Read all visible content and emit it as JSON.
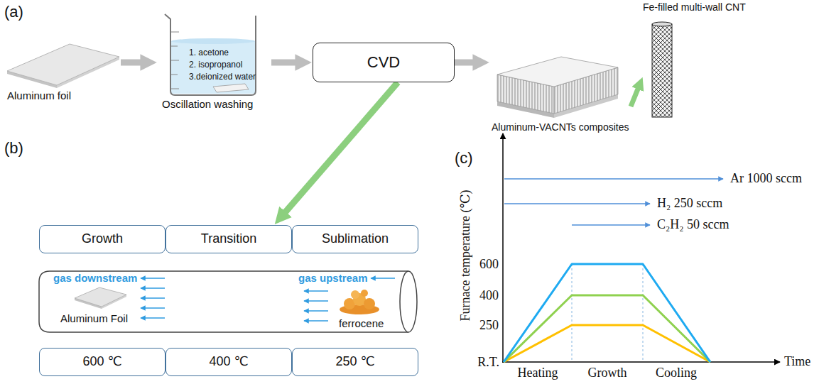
{
  "diagram": {
    "nodes": [
      {
        "text": [
          "Aluminum foil"
        ]
      },
      {
        "text": [
          "1. acetone",
          "2. isopropanol",
          "3.deionized water",
          "Oscillation washing"
        ]
      },
      {
        "text": [
          "CVD"
        ]
      },
      {
        "text": [
          "Aluminum-VACNTs composites"
        ]
      },
      {
        "text": [
          "Fe-filled multi-wall CNT"
        ]
      },
      {
        "text": [
          "Growth"
        ]
      },
      {
        "text": [
          "Transition"
        ]
      },
      {
        "text": [
          "Sublimation"
        ]
      },
      {
        "text": [
          "600 ℃"
        ]
      },
      {
        "text": [
          "400 ℃"
        ]
      },
      {
        "text": [
          "250 ℃"
        ]
      }
    ],
    "edges": [
      {
        "from": 0,
        "to": 1,
        "arrow": "to"
      },
      {
        "from": 1,
        "to": 2,
        "arrow": "to"
      },
      {
        "from": 2,
        "to": 3,
        "arrow": "to"
      },
      {
        "from": 3,
        "to": 4,
        "arrow": "to"
      },
      {
        "from": 2,
        "to": 6,
        "arrow": "to"
      }
    ],
    "labels": [
      "(a)",
      "(b)",
      "(c)",
      "gas downstream",
      "gas upstream",
      "Aluminum Foil",
      "ferrocene",
      "Ar 1000 sccm",
      "H₂ 250 sccm",
      "C₂H₂ 50 sccm",
      "600",
      "400",
      "250",
      "R.T.",
      "Heating",
      "Growth",
      "Cooling",
      "Time",
      "Furnace temperature (℃)"
    ]
  }
}
